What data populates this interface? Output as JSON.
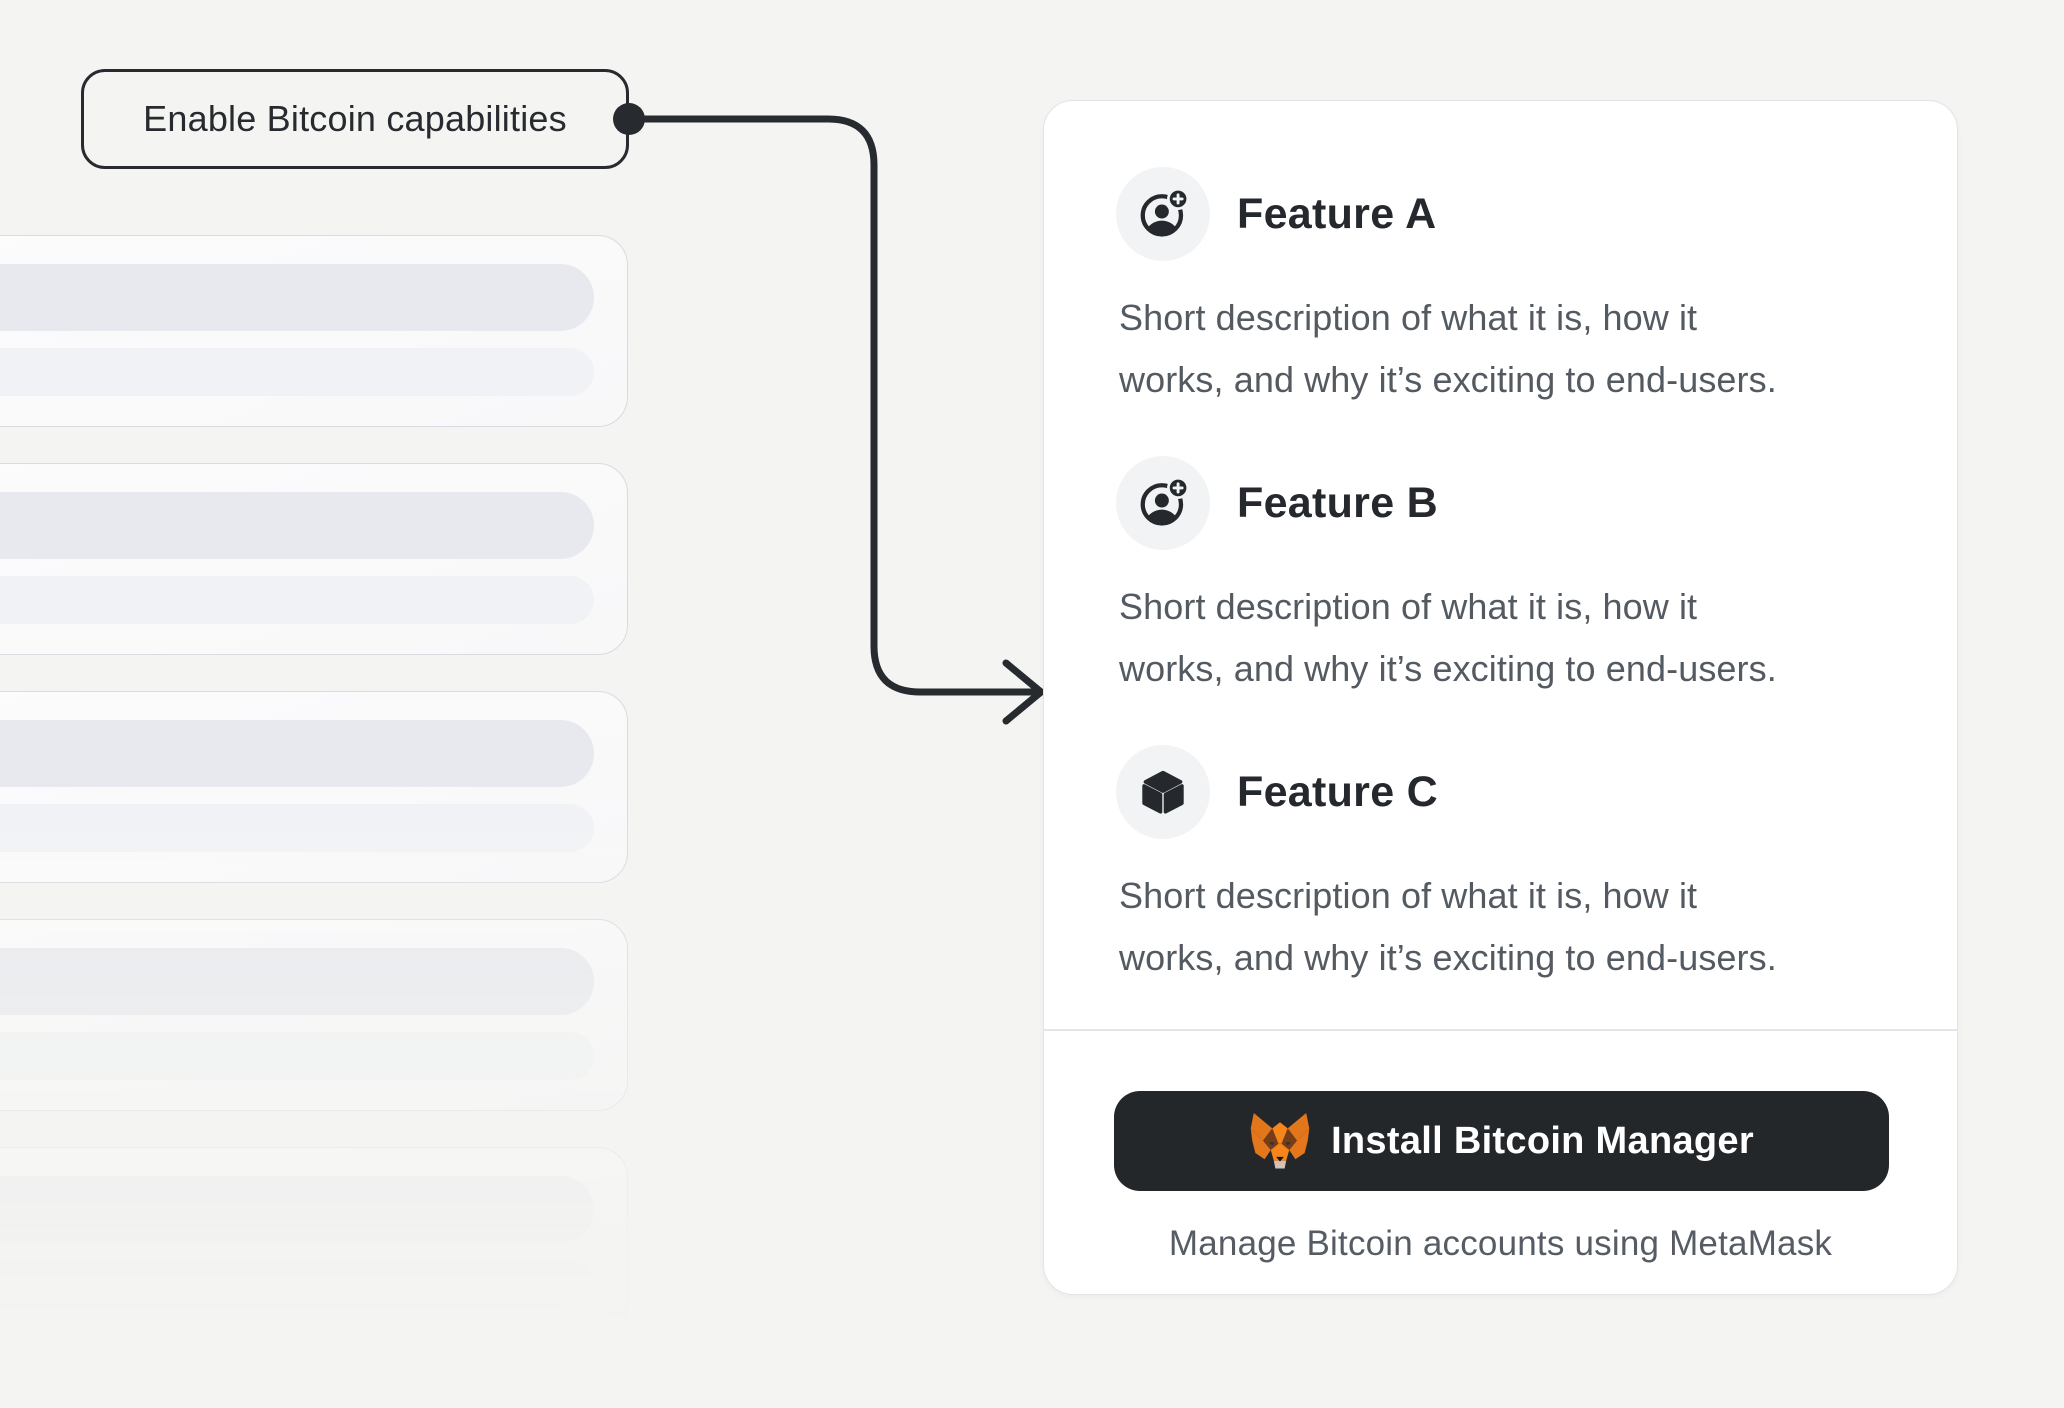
{
  "page": {
    "background_color": "#f4f4f2"
  },
  "callout": {
    "label": "Enable Bitcoin capabilities",
    "line_color": "#272b2f"
  },
  "skeleton_list": {
    "placeholder_card_count": 5,
    "card_color": "#fafafb",
    "bar_color_primary": "#e8e9ee",
    "bar_color_secondary": "#f1f2f5"
  },
  "panel": {
    "background_color": "#ffffff",
    "features": [
      {
        "icon": "account-add-icon",
        "title": "Feature A",
        "description_lines": [
          "Short description of what it is, how it",
          "works, and why it’s exciting to end-users."
        ]
      },
      {
        "icon": "account-add-icon",
        "title": "Feature B",
        "description_lines": [
          "Short description of what it is, how it",
          "works, and why it’s exciting to end-users."
        ]
      },
      {
        "icon": "cube-icon",
        "title": "Feature C",
        "description_lines": [
          "Short description of what it is, how it",
          "works, and why it’s exciting to end-users."
        ]
      }
    ],
    "install_button": {
      "icon": "metamask-fox-icon",
      "label": "Install Bitcoin Manager",
      "background_color": "#24272a",
      "text_color": "#ffffff"
    },
    "caption": "Manage Bitcoin accounts using MetaMask"
  }
}
